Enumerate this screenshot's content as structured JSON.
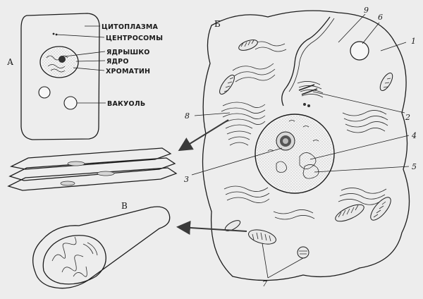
{
  "panels": {
    "a": "А",
    "b": "Б",
    "c": "В"
  },
  "labels_a": {
    "cytoplasm": "ЦИТОПЛАЗМА",
    "centrosome": "ЦЕНТРОСОМЫ",
    "nucleolus": "ЯДРЫШКО",
    "nucleus": "ЯДРО",
    "chromatin": "ХРОМАТИН",
    "vacuole": "ВАКУОЛЬ"
  },
  "labels_b": {
    "n1": "1",
    "n2": "2",
    "n3": "3",
    "n4": "4",
    "n5": "5",
    "n6": "6",
    "n7": "7",
    "n8": "8",
    "n9": "9"
  }
}
